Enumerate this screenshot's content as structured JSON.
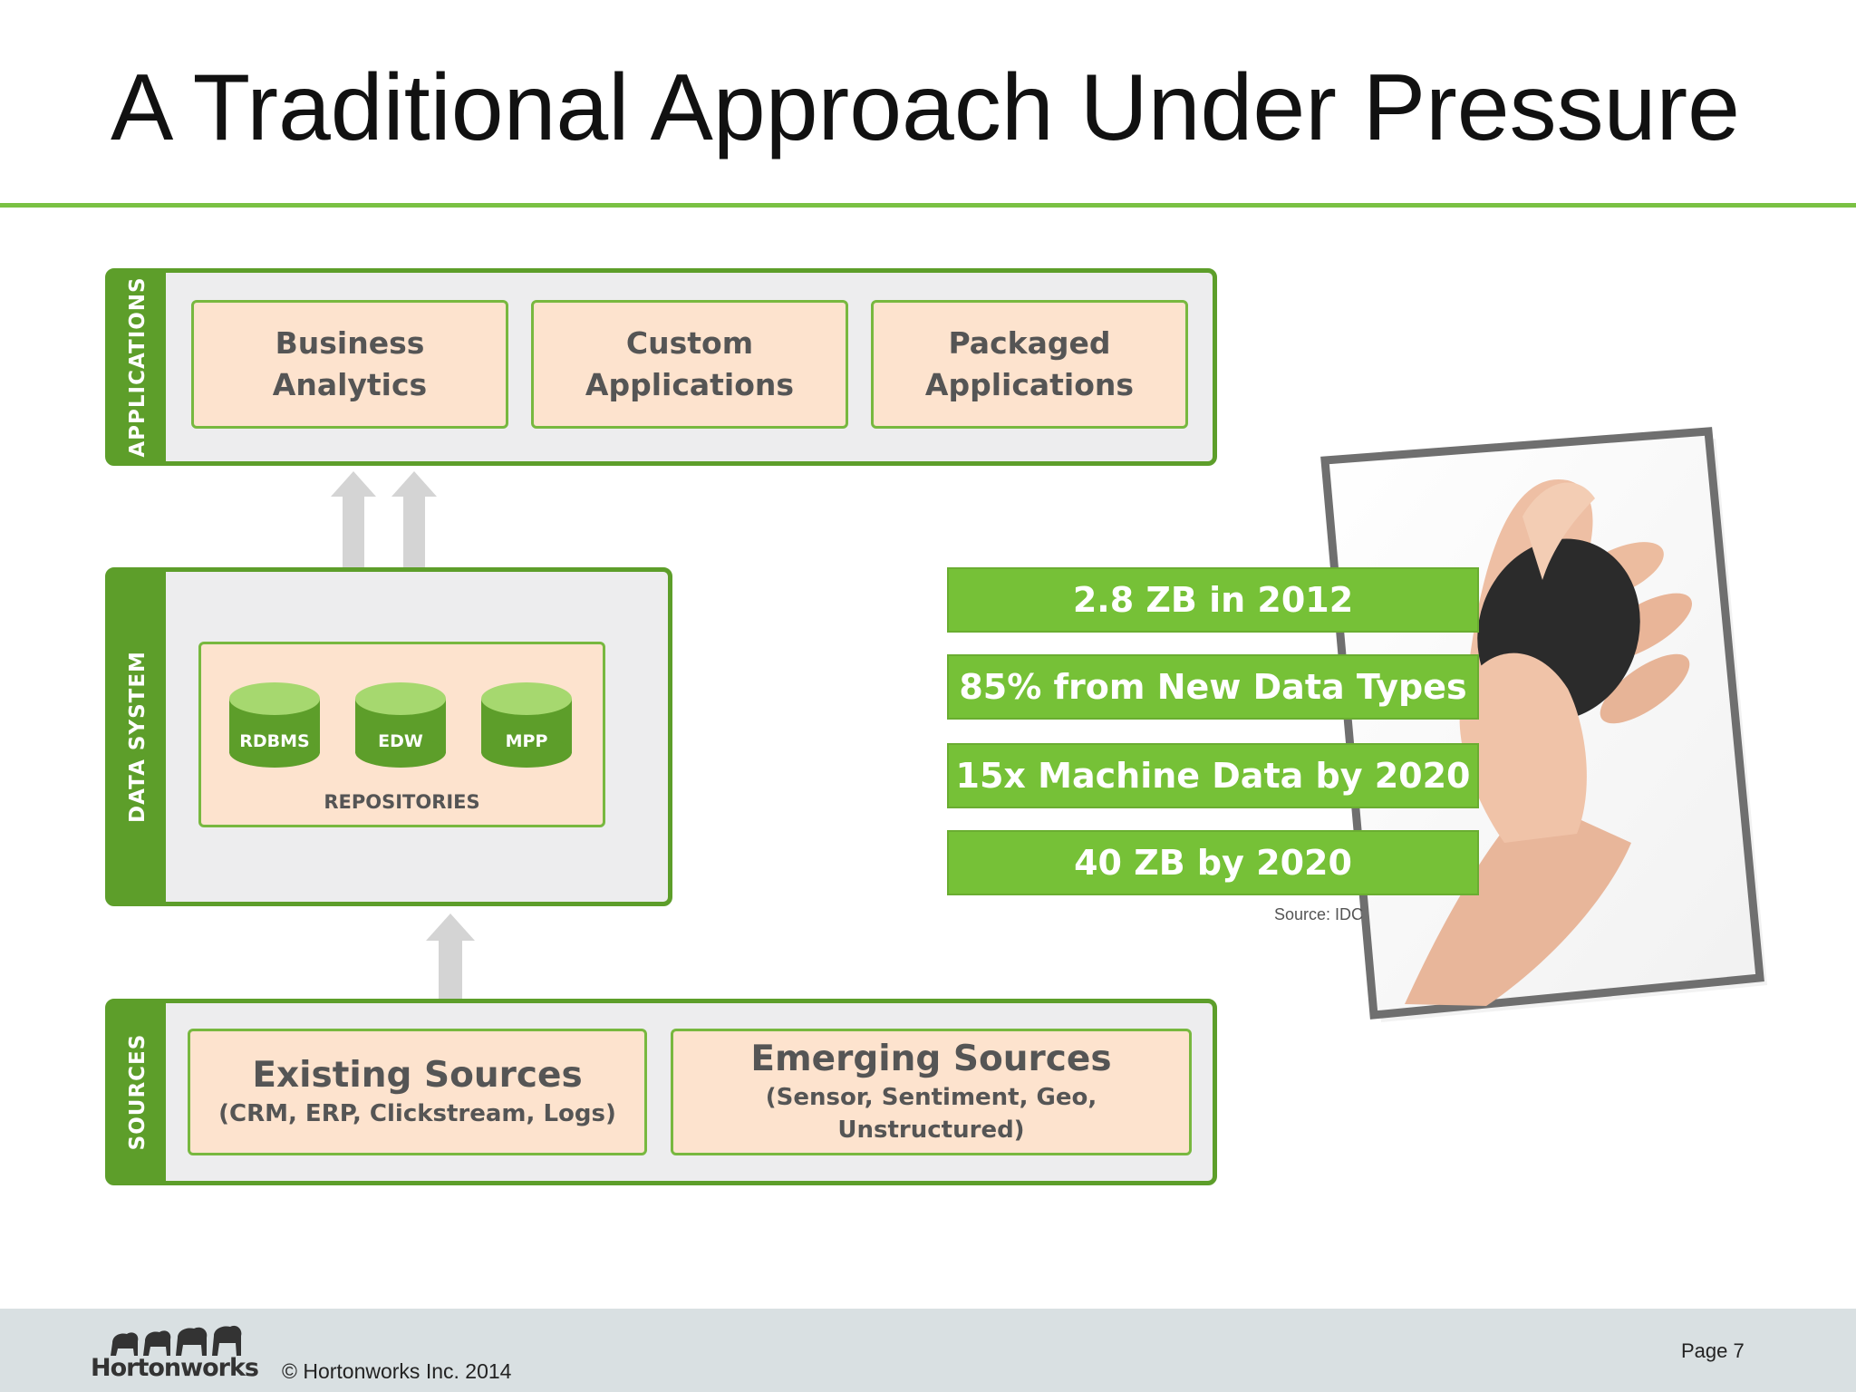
{
  "title": "A Traditional Approach Under Pressure",
  "applications": {
    "rail_label": "APPLICATIONS",
    "boxes": [
      "Business\nAnalytics",
      "Custom\nApplications",
      "Packaged\nApplications"
    ]
  },
  "data_system": {
    "rail_label": "DATA  SYSTEM",
    "repositories_label": "REPOSITORIES",
    "repositories": [
      "RDBMS",
      "EDW",
      "MPP"
    ]
  },
  "sources": {
    "rail_label": "SOURCES",
    "boxes": [
      {
        "title": "Existing Sources",
        "subtitle": "(CRM, ERP, Clickstream, Logs)"
      },
      {
        "title": "Emerging Sources",
        "subtitle": "(Sensor, Sentiment, Geo, Unstructured)"
      }
    ]
  },
  "stats": [
    "2.8 ZB in 2012",
    "85% from New Data Types",
    "15x Machine Data by 2020",
    "40 ZB by 2020"
  ],
  "source_note": "Source: IDC",
  "footer": {
    "logo_text": "Hortonworks",
    "copyright": "© Hortonworks Inc. 2014",
    "page": "Page 7"
  },
  "colors": {
    "accent_green": "#7ac143",
    "rail_green": "#5d9e2a",
    "peach": "#fde3ce",
    "panel_gray": "#ededee"
  }
}
